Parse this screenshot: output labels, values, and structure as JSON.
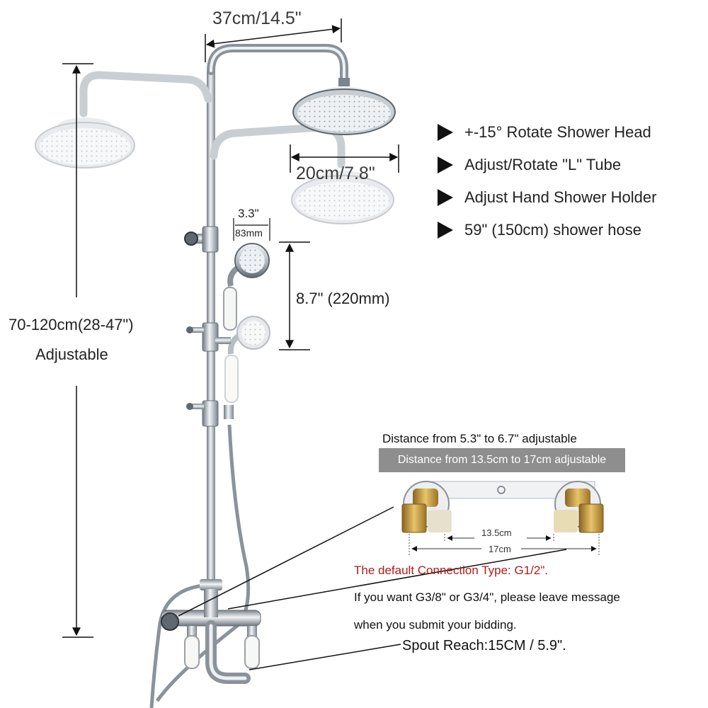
{
  "dimensions": {
    "top_arm": "37cm/14.5\"",
    "head_diameter": "20cm/7.8\"",
    "hand_head_in": "3.3\"",
    "hand_head_mm": "83mm",
    "hand_length": "8.7\" (220mm)",
    "height_range": "70-120cm(28-47\")",
    "height_note": "Adjustable"
  },
  "features": [
    {
      "label": "+-15° Rotate Shower Head",
      "icon": "triangle-bullet-icon"
    },
    {
      "label": "Adjust/Rotate \"L\" Tube",
      "icon": "triangle-bullet-icon"
    },
    {
      "label": "Adjust Hand Shower Holder",
      "icon": "triangle-bullet-icon"
    },
    {
      "label": "59\" (150cm) shower hose",
      "icon": "triangle-bullet-icon"
    }
  ],
  "connection_panel": {
    "title": "Distance from 5.3\" to 6.7\" adjustable",
    "band": "Distance from 13.5cm to 17cm adjustable",
    "inner_distance": "13.5cm",
    "outer_distance": "17cm"
  },
  "connection_notes": {
    "default_type": "The default Connection Type: G1/2\".",
    "line1": "If you want G3/8\" or G3/4\", please leave message",
    "line2": "when you submit your bidding."
  },
  "spout_reach": "Spout Reach:15CM / 5.9\".",
  "colors": {
    "chrome_dark": "#6f7780",
    "chrome_light": "#e6eaee",
    "brass": "#c69a3a",
    "accent_red": "#b11a1a",
    "band_gray": "#8e8e8e"
  }
}
